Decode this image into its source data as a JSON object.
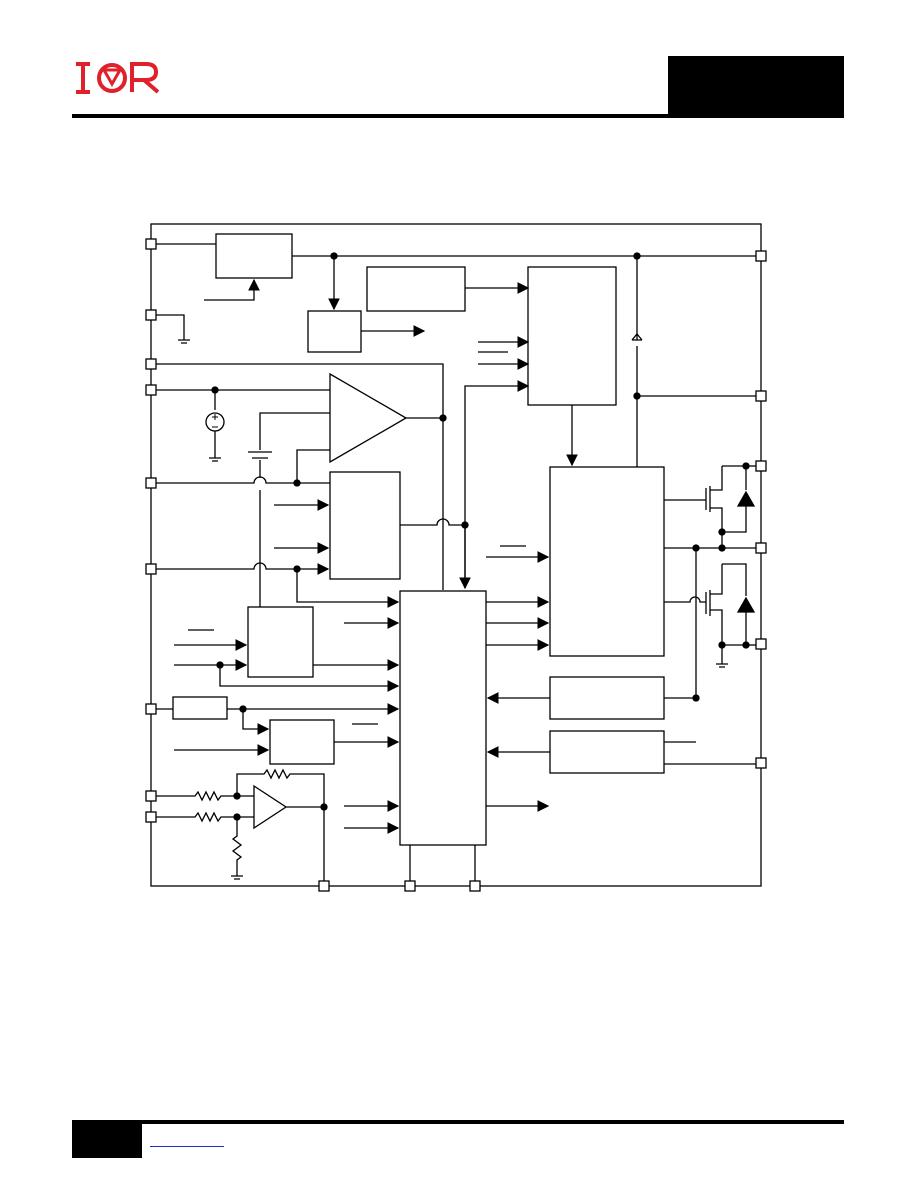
{
  "page": {
    "logo": {
      "letters": "IOR",
      "color": "#e0202a"
    },
    "colors": {
      "ink": "#000000",
      "link": "#2030c0"
    }
  },
  "diagram": {
    "boundary": "block-diagram-boundary",
    "blocks": [
      "regulator-block",
      "reference-block",
      "small-block",
      "logic-block-right-top",
      "error-amplifier",
      "comparator-block",
      "main-control-logic",
      "gate-driver-block",
      "soft-start-block",
      "pin-resistor-block",
      "oscillator-block",
      "sense-block-upper",
      "sense-block-lower",
      "current-sense-amplifier"
    ],
    "pins": 14
  }
}
